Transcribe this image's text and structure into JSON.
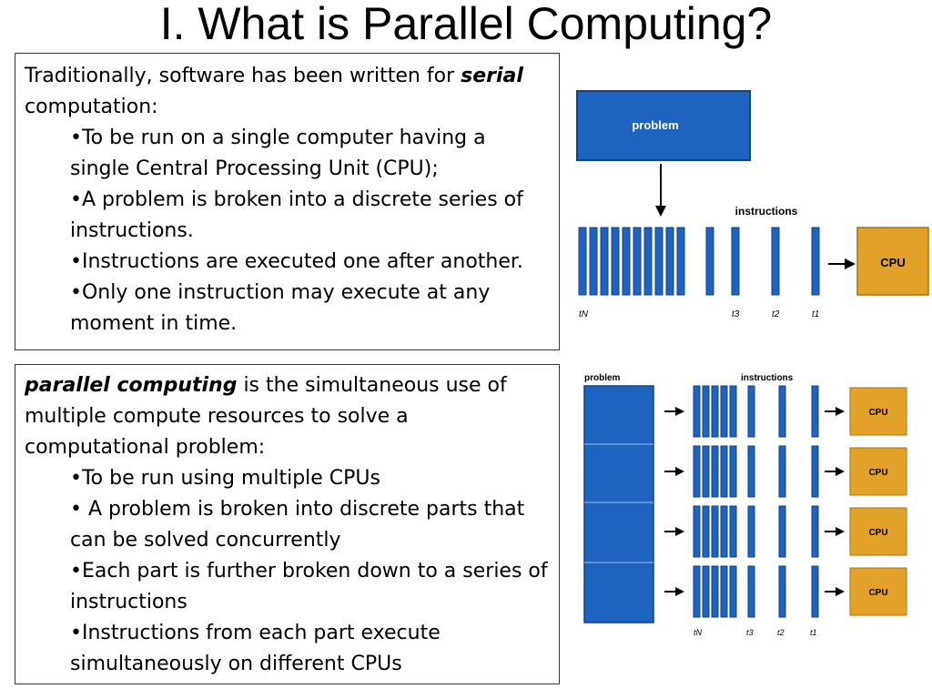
{
  "title": "I. What is Parallel Computing?",
  "serial": {
    "intro_pre": "Traditionally, software has been written for ",
    "intro_em": "serial",
    "intro_post": "computation:",
    "bullets": [
      "To be run on a single computer having a single Central Processing Unit (CPU);",
      "A problem is broken into a discrete series of instructions.",
      "Instructions are executed one after another.",
      "Only one instruction may execute at any moment in time."
    ]
  },
  "parallel": {
    "intro_em": "parallel computing",
    "intro_post": " is the simultaneous use of multiple compute resources to solve a computational problem:",
    "bullets": [
      "To be run using multiple CPUs",
      " A problem is broken into discrete parts that can be solved concurrently",
      "Each part is further broken down to a series of instructions",
      "Instructions from each part execute simultaneously on different CPUs"
    ]
  },
  "serial_diagram": {
    "problem_label": "problem",
    "instructions_label": "instructions",
    "cpu_label": "CPU",
    "time_labels": [
      "tN",
      "t3",
      "t2",
      "t1"
    ]
  },
  "parallel_diagram": {
    "problem_label": "problem",
    "instructions_label": "instructions",
    "cpu_labels": [
      "CPU",
      "CPU",
      "CPU",
      "CPU"
    ],
    "time_labels": [
      "tN",
      "t3",
      "t2",
      "t1"
    ]
  },
  "colors": {
    "block_blue": "#1f63c0",
    "cpu_orange": "#e2a229"
  }
}
